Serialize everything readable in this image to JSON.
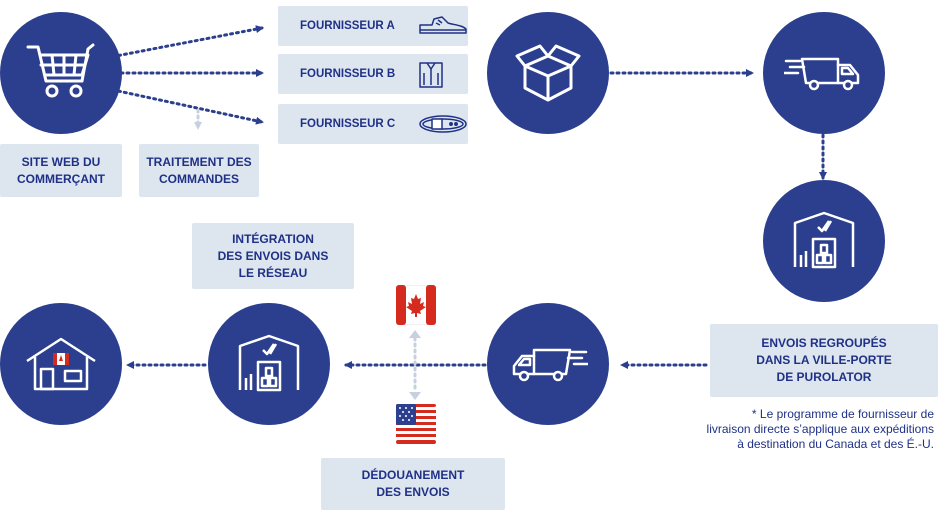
{
  "suppliers": [
    {
      "label": "FOURNISSEUR A",
      "icon": "shoe-icon"
    },
    {
      "label": "FOURNISSEUR B",
      "icon": "shirt-icon"
    },
    {
      "label": "FOURNISSEUR C",
      "icon": "belt-icon"
    }
  ],
  "labels": {
    "merchant_site": "SITE WEB DU\nCOMMERÇANT",
    "order_processing": "TRAITEMENT DES\nCOMMANDES",
    "consolidated": "ENVOIS REGROUPÉS\nDANS LA VILLE-PORTE\nDE PUROLATOR",
    "network_integration": "INTÉGRATION\nDES ENVOIS DANS\nLE RÉSEAU",
    "customs": "DÉDOUANEMENT\nDES ENVOIS"
  },
  "note": {
    "line1": "* Le programme de fournisseur de",
    "line2": "livraison directe s’applique aux expéditions",
    "line3": "à destination du Canada et des É.-U."
  },
  "colors": {
    "primary": "#2b3f8e",
    "label_bg": "#dde5ef",
    "label_text": "#1f3187",
    "flag_red": "#d52b1e",
    "flag_blue": "#2d3f8f"
  },
  "icons": {
    "cart": "shopping-cart-icon",
    "box": "open-box-icon",
    "truck": "delivery-truck-icon",
    "warehouse": "warehouse-icon",
    "house": "house-icon",
    "ca_flag": "canada-flag-icon",
    "us_flag": "usa-flag-icon"
  }
}
